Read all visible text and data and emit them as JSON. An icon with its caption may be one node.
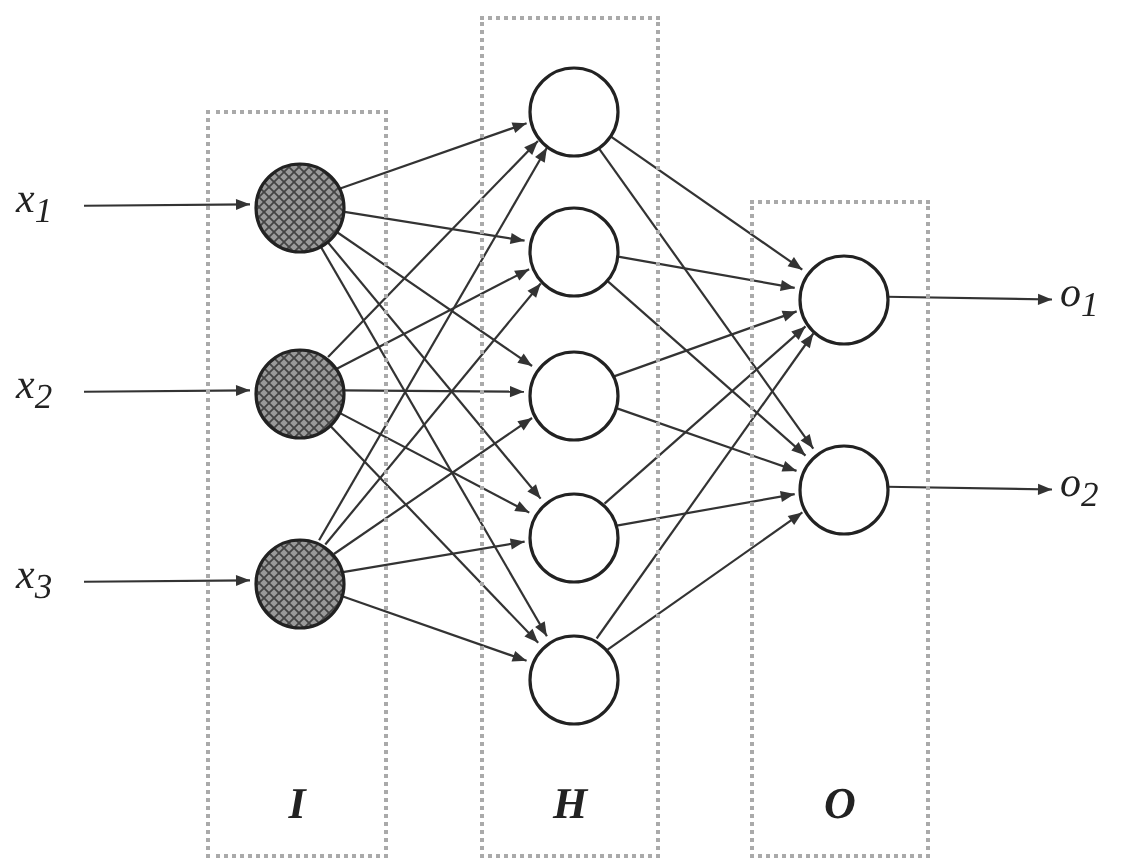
{
  "diagram": {
    "nodes": [
      {
        "text": [
          "x$_{1}$"
        ]
      },
      {
        "text": [
          "x$_{2}$"
        ]
      },
      {
        "text": [
          "x$_{3}$"
        ]
      },
      {
        "text": [
          "I"
        ]
      },
      {
        "text": [],
        "shape": "circle",
        "in": 3
      },
      {
        "text": [],
        "shape": "circle",
        "in": 3
      },
      {
        "text": [],
        "shape": "circle",
        "in": 3
      },
      {
        "text": [
          "H"
        ]
      },
      {
        "text": [],
        "shape": "circle",
        "in": 7
      },
      {
        "text": [],
        "shape": "circle",
        "in": 7
      },
      {
        "text": [],
        "shape": "circle",
        "in": 7
      },
      {
        "text": [],
        "shape": "circle",
        "in": 7
      },
      {
        "text": [],
        "shape": "circle",
        "in": 7
      },
      {
        "text": [
          "O"
        ]
      },
      {
        "text": [],
        "shape": "circle",
        "in": 13
      },
      {
        "text": [],
        "shape": "circle",
        "in": 13
      },
      {
        "text": [
          "o$_{1}$"
        ]
      },
      {
        "text": [
          "o$_{2}$"
        ]
      }
    ],
    "edges": [
      {
        "from": 0,
        "to": 4,
        "arrow": "to"
      },
      {
        "from": 1,
        "to": 5,
        "arrow": "to"
      },
      {
        "from": 2,
        "to": 6,
        "arrow": "to"
      },
      {
        "from": 4,
        "to": 8,
        "arrow": "to"
      },
      {
        "from": 4,
        "to": 9,
        "arrow": "to"
      },
      {
        "from": 4,
        "to": 10,
        "arrow": "to"
      },
      {
        "from": 4,
        "to": 11,
        "arrow": "to"
      },
      {
        "from": 4,
        "to": 12,
        "arrow": "to"
      },
      {
        "from": 5,
        "to": 8,
        "arrow": "to"
      },
      {
        "from": 5,
        "to": 9,
        "arrow": "to"
      },
      {
        "from": 5,
        "to": 10,
        "arrow": "to"
      },
      {
        "from": 5,
        "to": 11,
        "arrow": "to"
      },
      {
        "from": 5,
        "to": 12,
        "arrow": "to"
      },
      {
        "from": 6,
        "to": 8,
        "arrow": "to"
      },
      {
        "from": 6,
        "to": 9,
        "arrow": "to"
      },
      {
        "from": 6,
        "to": 10,
        "arrow": "to"
      },
      {
        "from": 6,
        "to": 11,
        "arrow": "to"
      },
      {
        "from": 6,
        "to": 12,
        "arrow": "to"
      },
      {
        "from": 8,
        "to": 14,
        "arrow": "to"
      },
      {
        "from": 8,
        "to": 15,
        "arrow": "to"
      },
      {
        "from": 9,
        "to": 14,
        "arrow": "to"
      },
      {
        "from": 9,
        "to": 15,
        "arrow": "to"
      },
      {
        "from": 10,
        "to": 14,
        "arrow": "to"
      },
      {
        "from": 10,
        "to": 15,
        "arrow": "to"
      },
      {
        "from": 11,
        "to": 14,
        "arrow": "to"
      },
      {
        "from": 11,
        "to": 15,
        "arrow": "to"
      },
      {
        "from": 12,
        "to": 14,
        "arrow": "to"
      },
      {
        "from": 12,
        "to": 15,
        "arrow": "to"
      },
      {
        "from": 14,
        "to": 16,
        "arrow": "to"
      },
      {
        "from": 15,
        "to": 17,
        "arrow": "to"
      }
    ]
  }
}
